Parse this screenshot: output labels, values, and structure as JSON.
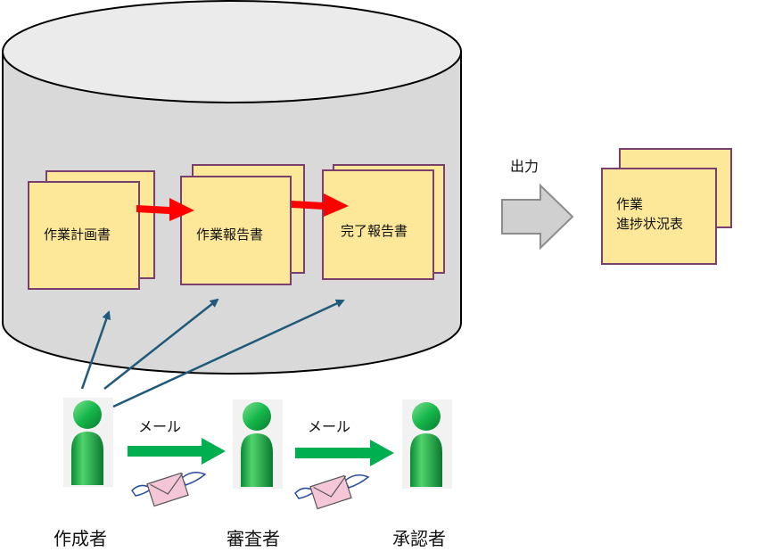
{
  "database": {
    "documents": [
      {
        "label": "作業計画書"
      },
      {
        "label": "作業報告書"
      },
      {
        "label": "完了報告書"
      }
    ]
  },
  "output": {
    "label": "出力",
    "report_line1": "作業",
    "report_line2": "進捗状況表"
  },
  "workflow": {
    "mail_label_1": "メール",
    "mail_label_2": "メール",
    "roles": [
      {
        "label": "作成者"
      },
      {
        "label": "審査者"
      },
      {
        "label": "承認者"
      }
    ]
  },
  "colors": {
    "cylinder_body": "#d9d9d9",
    "cylinder_top": "#ebebeb",
    "document_fill": "#fde89a",
    "document_border": "#7a3f6c",
    "red_arrow": "#ff0000",
    "green_arrow": "#00b050",
    "blue_arrow": "#1f5a7a",
    "person_green": "#11b84a",
    "envelope_pink": "#f5c6d8"
  }
}
